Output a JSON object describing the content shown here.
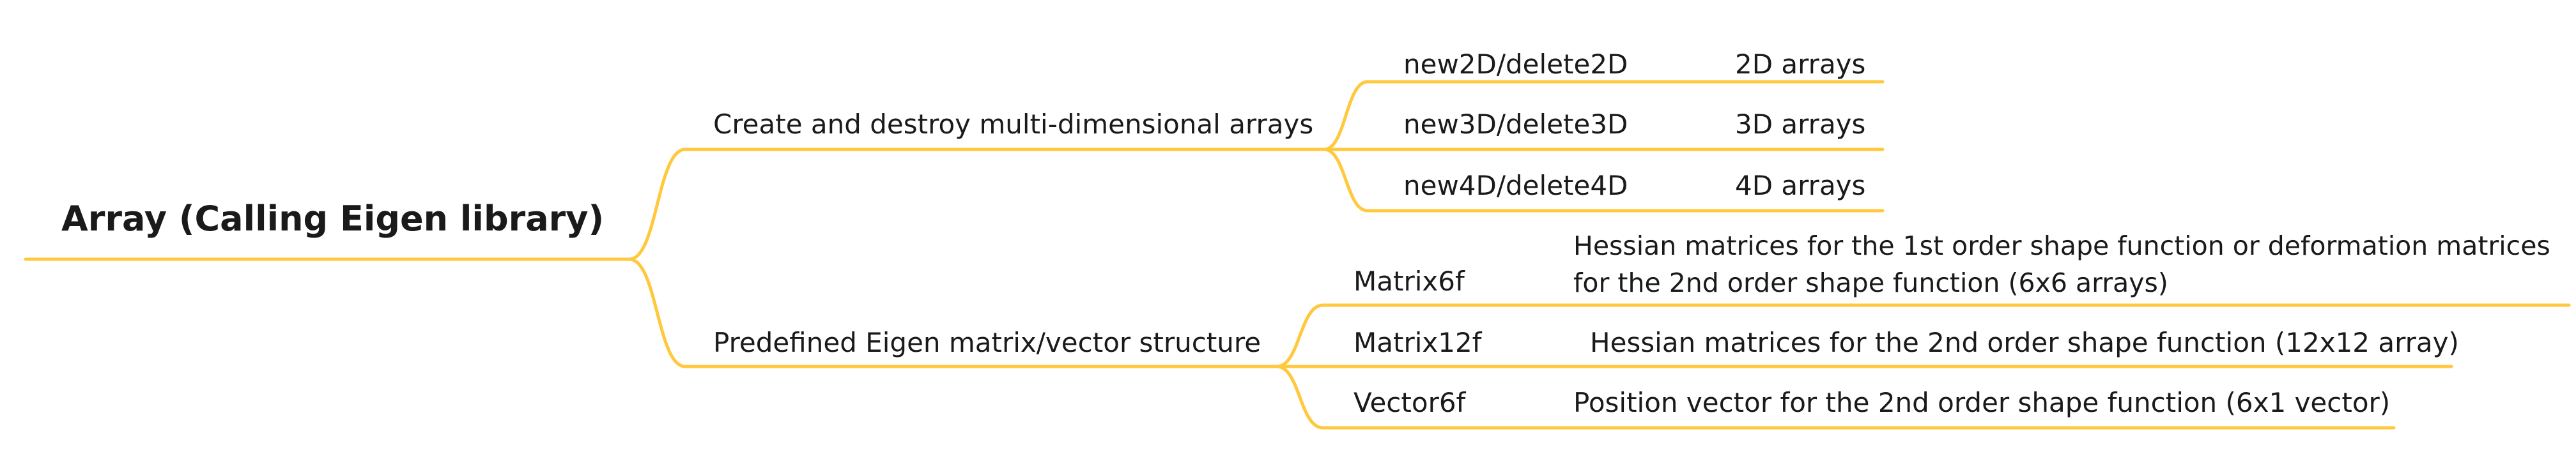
{
  "diagram": {
    "line_color": "#FFC83D",
    "root": {
      "label": "Array (Calling Eigen library)"
    },
    "branches": [
      {
        "label": "Create and destroy multi-dimensional arrays",
        "children": [
          {
            "name": "new2D/delete2D",
            "desc": "2D arrays"
          },
          {
            "name": "new3D/delete3D",
            "desc": "3D arrays"
          },
          {
            "name": "new4D/delete4D",
            "desc": "4D arrays"
          }
        ]
      },
      {
        "label": "Predefined Eigen matrix/vector structure",
        "children": [
          {
            "name": "Matrix6f",
            "desc_lines": [
              "Hessian matrices for the 1st order shape function or deformation matrices",
              "for the 2nd order shape function (6x6 arrays)"
            ]
          },
          {
            "name": "Matrix12f",
            "desc": "Hessian matrices for the 2nd order shape function (12x12 array)"
          },
          {
            "name": "Vector6f",
            "desc": "Position vector for the 2nd order shape function (6x1 vector)"
          }
        ]
      }
    ]
  }
}
